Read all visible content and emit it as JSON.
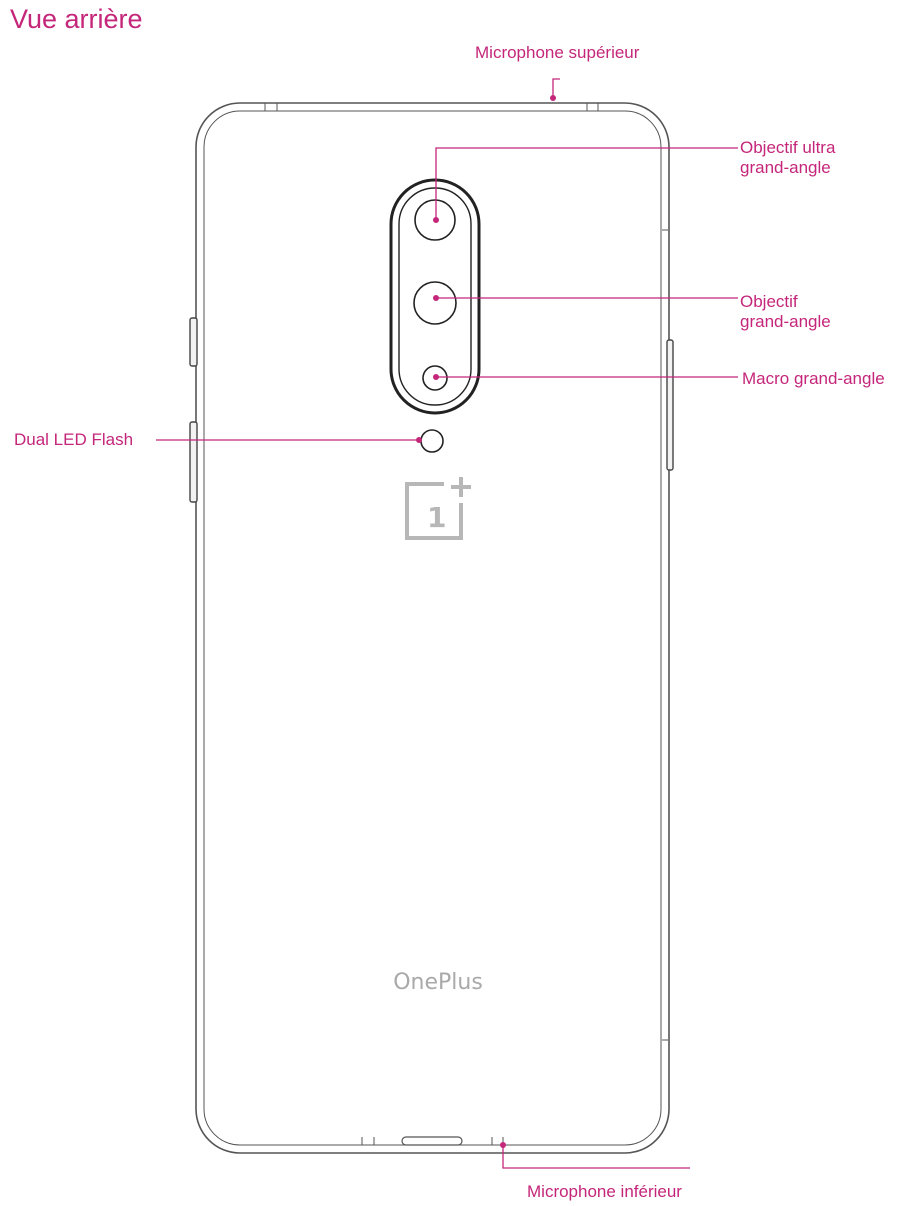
{
  "title": "Vue arrière",
  "brand_text": "OnePlus",
  "logo_digit": "1",
  "accent_color": "#c4267a",
  "outline_color": "#555555",
  "callouts": {
    "mic_top": "Microphone supérieur",
    "ultra_wide_1": "Objectif ultra",
    "ultra_wide_2": "grand-angle",
    "wide_1": "Objectif",
    "wide_2": "grand-angle",
    "macro": "Macro grand-angle",
    "flash": "Dual LED Flash",
    "mic_bottom": "Microphone inférieur"
  }
}
